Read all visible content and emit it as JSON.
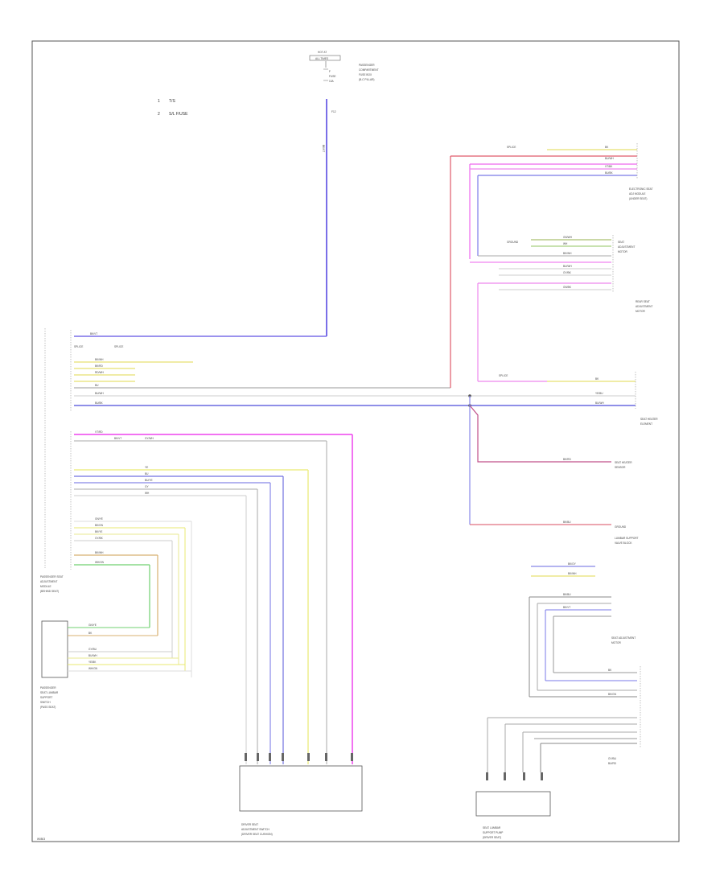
{
  "diagram": {
    "footer_code": "W0803",
    "legend": [
      {
        "symbol": "1",
        "text": "T/S"
      },
      {
        "symbol": "2",
        "text": "S/L  F/USE"
      }
    ],
    "components": {
      "top_fuse": {
        "lines": [
          "HOT AT",
          "ALL TIMES",
          "F",
          "FUSE",
          "10A"
        ],
        "desc": [
          "PASSENGER",
          "COMPARTMENT",
          "FUSE BOX",
          "(B-C PILLAR)"
        ]
      },
      "left_module": [
        "PASSENGER SEAT",
        "ADJUSTMENT",
        "MODULE",
        "(BEHIND SEAT)"
      ],
      "seat_switch": [
        "PASSENGER",
        "SEAT LUMBAR",
        "SUPPORT",
        "SWITCH",
        "(PASS SEAT)"
      ],
      "master_switch": [
        "DRIVER SEAT",
        "ADJUSTMENT SWITCH",
        "(DRIVER SEAT CUSHION)"
      ],
      "lumbar_pump": [
        "SEAT LUMBAR",
        "SUPPORT PUMP",
        "(DRIVER SEAT)"
      ],
      "right_module_1": [
        "ELECTRONIC SEAT",
        "ADJ MODULE",
        "(UNDER SEAT)"
      ],
      "right_module_2": [
        "SEAT",
        "ADJUSTMENT",
        "MOTOR"
      ],
      "right_module_3": [
        "REAR SEAT",
        "ADJUSTMENT",
        "MOTOR"
      ],
      "right_module_4": [
        "SEAT HEATER",
        "ELEMENT"
      ],
      "right_module_5": [
        "SEAT HEATER",
        "SENSOR"
      ],
      "right_module_6": [
        "LUMBAR SUPPORT",
        "VALVE BLOCK"
      ],
      "right_module_7": [
        "SEAT ADJUSTMENT",
        "MOTOR"
      ]
    },
    "connector_labels": {
      "gnd_1": "GROUND",
      "gnd_2": "GROUND",
      "splice_1": "SPLICE",
      "splice_2": "SPLICE",
      "fuse_ref": "F12"
    },
    "wire_labels": {
      "top_feed": "BK/VT",
      "left_top": [
        "BK/VT",
        "BK/WH",
        "BK/RD",
        "RD/WH",
        "BU",
        "BU/WH",
        "BU/BK"
      ],
      "left_mid": [
        "VT/RD",
        "BK/VT",
        "GY/WH"
      ],
      "left_low": [
        "YE",
        "BU",
        "BU/YE",
        "GY",
        "WH"
      ],
      "left_bottom": [
        "GN/YE",
        "BK/GN",
        "BK/YE",
        "GY/BK",
        "BK/WH",
        "WH/GN"
      ],
      "switch_pins": [
        "GN/YE",
        "BK",
        "GY/BU",
        "BU/WH",
        "YE/BK",
        "WH/GN"
      ],
      "right_top": [
        "BK",
        "BU/WH",
        "VT/BK",
        "BU/BK"
      ],
      "right_mid": [
        "GN/WH",
        "WH",
        "BK/WH",
        "BU/WH",
        "GY/BK",
        "GN/BK"
      ],
      "right_center": [
        "BK",
        "YE/BU",
        "BU/WH"
      ],
      "right_low": [
        "BK/RD",
        "BK/BU",
        "GY/BU",
        "BU/RD"
      ],
      "lumbar": [
        "BK/GY",
        "BK/WH",
        "BK/BU",
        "BK/VT",
        "BK",
        "BK/GN"
      ]
    }
  }
}
